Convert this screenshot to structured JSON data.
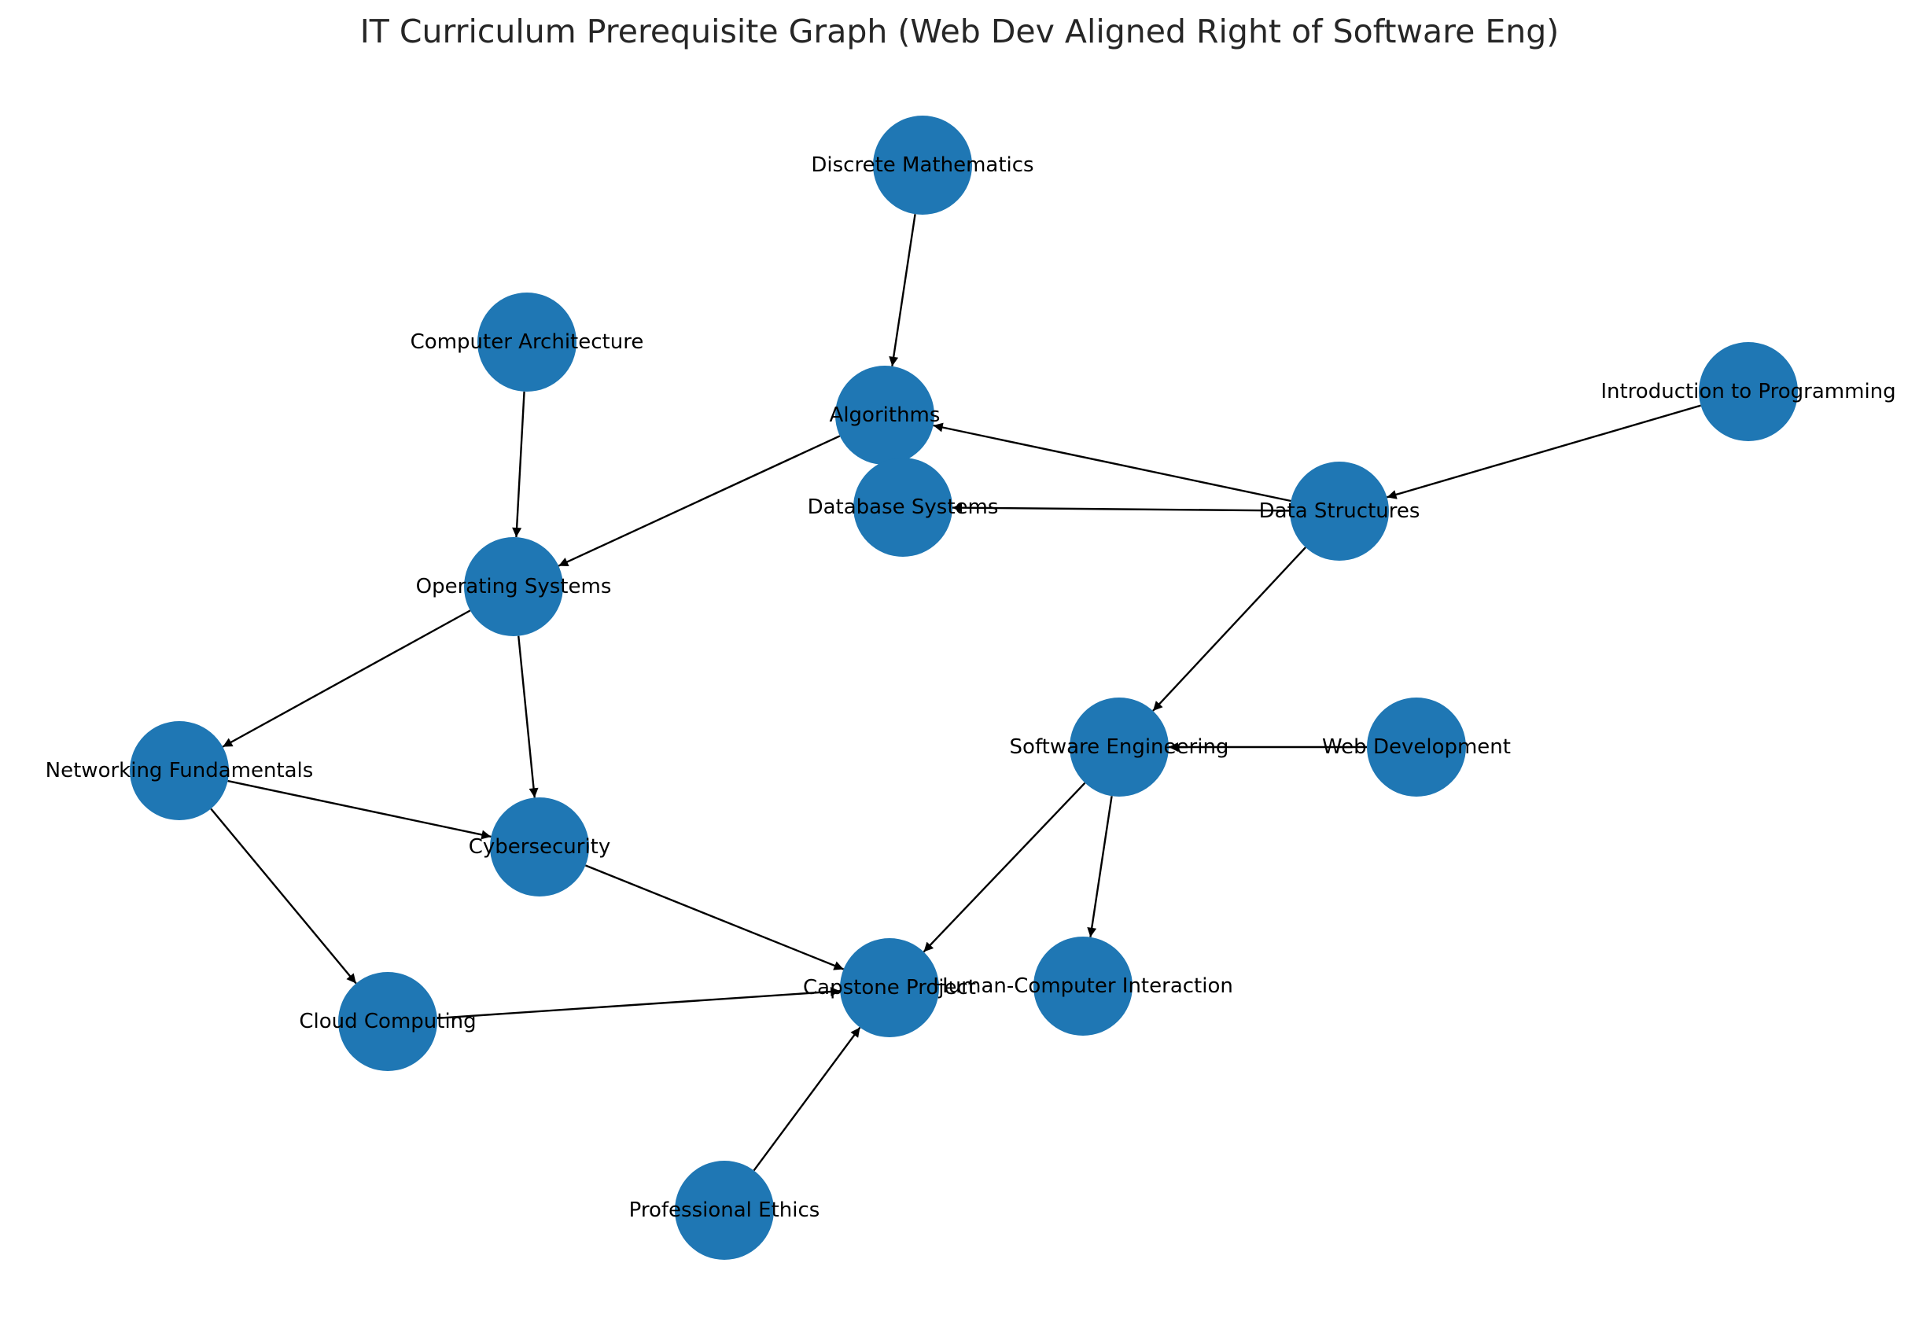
{
  "title": "IT Curriculum Prerequisite Graph (Web Dev Aligned Right of Software Eng)",
  "style": {
    "node_color": "#1f77b4",
    "edge_color": "#000000",
    "label_color": "#000000",
    "title_color": "#262626"
  },
  "nodes": [
    {
      "id": "discrete",
      "label": "Discrete Mathematics"
    },
    {
      "id": "comparch",
      "label": "Computer Architecture"
    },
    {
      "id": "algorithms",
      "label": "Algorithms"
    },
    {
      "id": "intro",
      "label": "Introduction to Programming"
    },
    {
      "id": "dbsys",
      "label": "Database Systems"
    },
    {
      "id": "datastruct",
      "label": "Data Structures"
    },
    {
      "id": "os",
      "label": "Operating Systems"
    },
    {
      "id": "softeng",
      "label": "Software Engineering"
    },
    {
      "id": "webdev",
      "label": "Web Development"
    },
    {
      "id": "networking",
      "label": "Networking Fundamentals"
    },
    {
      "id": "cyber",
      "label": "Cybersecurity"
    },
    {
      "id": "capstone",
      "label": "Capstone Project"
    },
    {
      "id": "hci",
      "label": "Human-Computer Interaction"
    },
    {
      "id": "cloud",
      "label": "Cloud Computing"
    },
    {
      "id": "ethics",
      "label": "Professional Ethics"
    }
  ],
  "edges": [
    {
      "from": "discrete",
      "to": "algorithms"
    },
    {
      "from": "comparch",
      "to": "os"
    },
    {
      "from": "intro",
      "to": "datastruct"
    },
    {
      "from": "datastruct",
      "to": "algorithms"
    },
    {
      "from": "datastruct",
      "to": "dbsys"
    },
    {
      "from": "datastruct",
      "to": "softeng"
    },
    {
      "from": "algorithms",
      "to": "os"
    },
    {
      "from": "os",
      "to": "networking"
    },
    {
      "from": "os",
      "to": "cyber"
    },
    {
      "from": "webdev",
      "to": "softeng"
    },
    {
      "from": "networking",
      "to": "cyber"
    },
    {
      "from": "networking",
      "to": "cloud"
    },
    {
      "from": "softeng",
      "to": "capstone"
    },
    {
      "from": "softeng",
      "to": "hci"
    },
    {
      "from": "cyber",
      "to": "capstone"
    },
    {
      "from": "cloud",
      "to": "capstone"
    },
    {
      "from": "ethics",
      "to": "capstone"
    }
  ]
}
